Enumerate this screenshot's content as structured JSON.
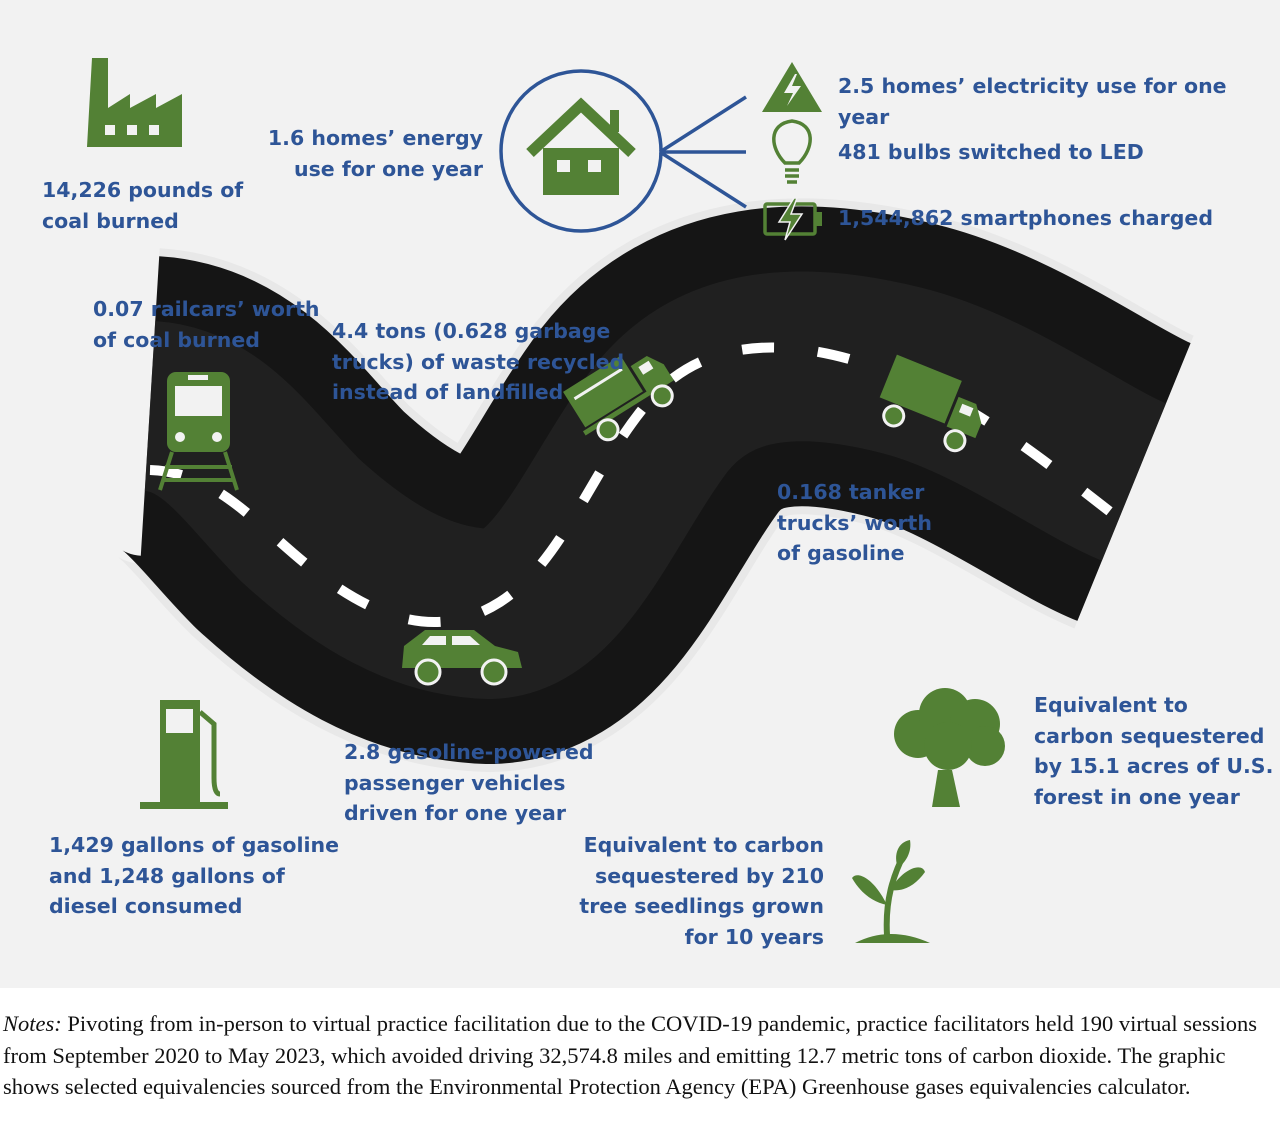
{
  "colors": {
    "icon_green": "#538135",
    "text_blue": "#2e5597",
    "road": "#141414",
    "road_edge": "#ffffff",
    "background": "#f2f2f2"
  },
  "labels": {
    "coal_pounds": "14,226 pounds of\ncoal burned",
    "home_energy": "1.6 homes’ energy\nuse for one year",
    "electricity": "2.5 homes’ electricity use for one year",
    "bulbs": "481 bulbs switched to LED",
    "smartphones": "1,544,862 smartphones charged",
    "railcars": "0.07 railcars’ worth\nof coal burned",
    "waste": "4.4 tons (0.628 garbage\ntrucks) of waste recycled\ninstead of landfilled",
    "tanker": "0.168 tanker\ntrucks’ worth\nof gasoline",
    "vehicles": "2.8 gasoline-powered\npassenger vehicles\ndriven for one year",
    "forest": "Equivalent to\ncarbon sequestered\nby 15.1 acres of U.S.\nforest in one year",
    "gallons": "1,429 gallons of gasoline\nand 1,248 gallons of\ndiesel consumed",
    "seedlings": "Equivalent to carbon\nsequestered by 210\ntree seedlings grown\nfor 10 years"
  },
  "icons": [
    "factory-icon",
    "house-icon",
    "lightning-warning-icon",
    "light-bulb-icon",
    "battery-charging-icon",
    "train-icon",
    "garbage-truck-icon",
    "tanker-truck-icon",
    "car-icon",
    "fuel-pump-icon",
    "tree-icon",
    "seedling-icon"
  ],
  "notes": {
    "lead": "Notes:",
    "body": " Pivoting from in-person to virtual practice facilitation due to the COVID-19 pandemic, practice facilitators held 190 virtual sessions from September 2020 to May 2023, which avoided driving 32,574.8 miles and emitting 12.7 metric tons of carbon dioxide. The graphic shows selected equivalencies sourced from the Environmental Protection Agency (EPA) Greenhouse gases equivalencies calculator."
  }
}
